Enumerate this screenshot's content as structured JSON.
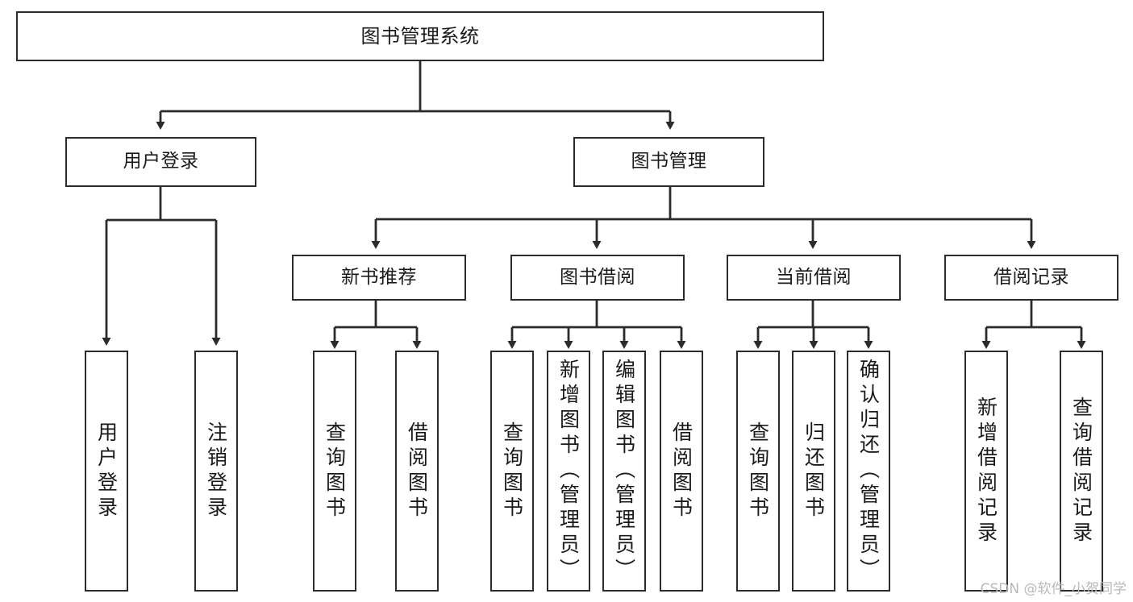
{
  "diagram": {
    "title": "图书管理系统",
    "watermark": "CSDN @软件_小贺同学",
    "edge_color": "#2b2b2b",
    "node_border_color": "#2b2b2b",
    "node_fill_color": "#ffffff",
    "text_color": "#1a1a1a",
    "background_color": "#ffffff",
    "levels": {
      "root": "图书管理系统",
      "level2": [
        "用户登录",
        "图书管理"
      ],
      "level3": [
        "新书推荐",
        "图书借阅",
        "当前借阅",
        "借阅记录"
      ]
    },
    "nodes": {
      "root": {
        "label": "图书管理系统"
      },
      "user_login": {
        "label": "用户登录"
      },
      "book_manage": {
        "label": "图书管理"
      },
      "new_book_rec": {
        "label": "新书推荐"
      },
      "book_borrow": {
        "label": "图书借阅"
      },
      "current_borrow": {
        "label": "当前借阅"
      },
      "borrow_record": {
        "label": "借阅记录"
      },
      "leaf_user_login": {
        "label": "用户登录"
      },
      "leaf_logout": {
        "label": "注销登录"
      },
      "leaf_query_book_1": {
        "label": "查询图书"
      },
      "leaf_borrow_book_1": {
        "label": "借阅图书"
      },
      "leaf_query_book_2": {
        "label": "查询图书"
      },
      "leaf_add_book": {
        "label": "新增图书（管理员）"
      },
      "leaf_edit_book": {
        "label": "编辑图书（管理员）"
      },
      "leaf_borrow_book_2": {
        "label": "借阅图书"
      },
      "leaf_query_book_3": {
        "label": "查询图书"
      },
      "leaf_return_book": {
        "label": "归还图书"
      },
      "leaf_confirm_return": {
        "label": "确认归还（管理员）"
      },
      "leaf_add_record": {
        "label": "新增借阅记录"
      },
      "leaf_query_record": {
        "label": "查询借阅记录"
      }
    }
  }
}
